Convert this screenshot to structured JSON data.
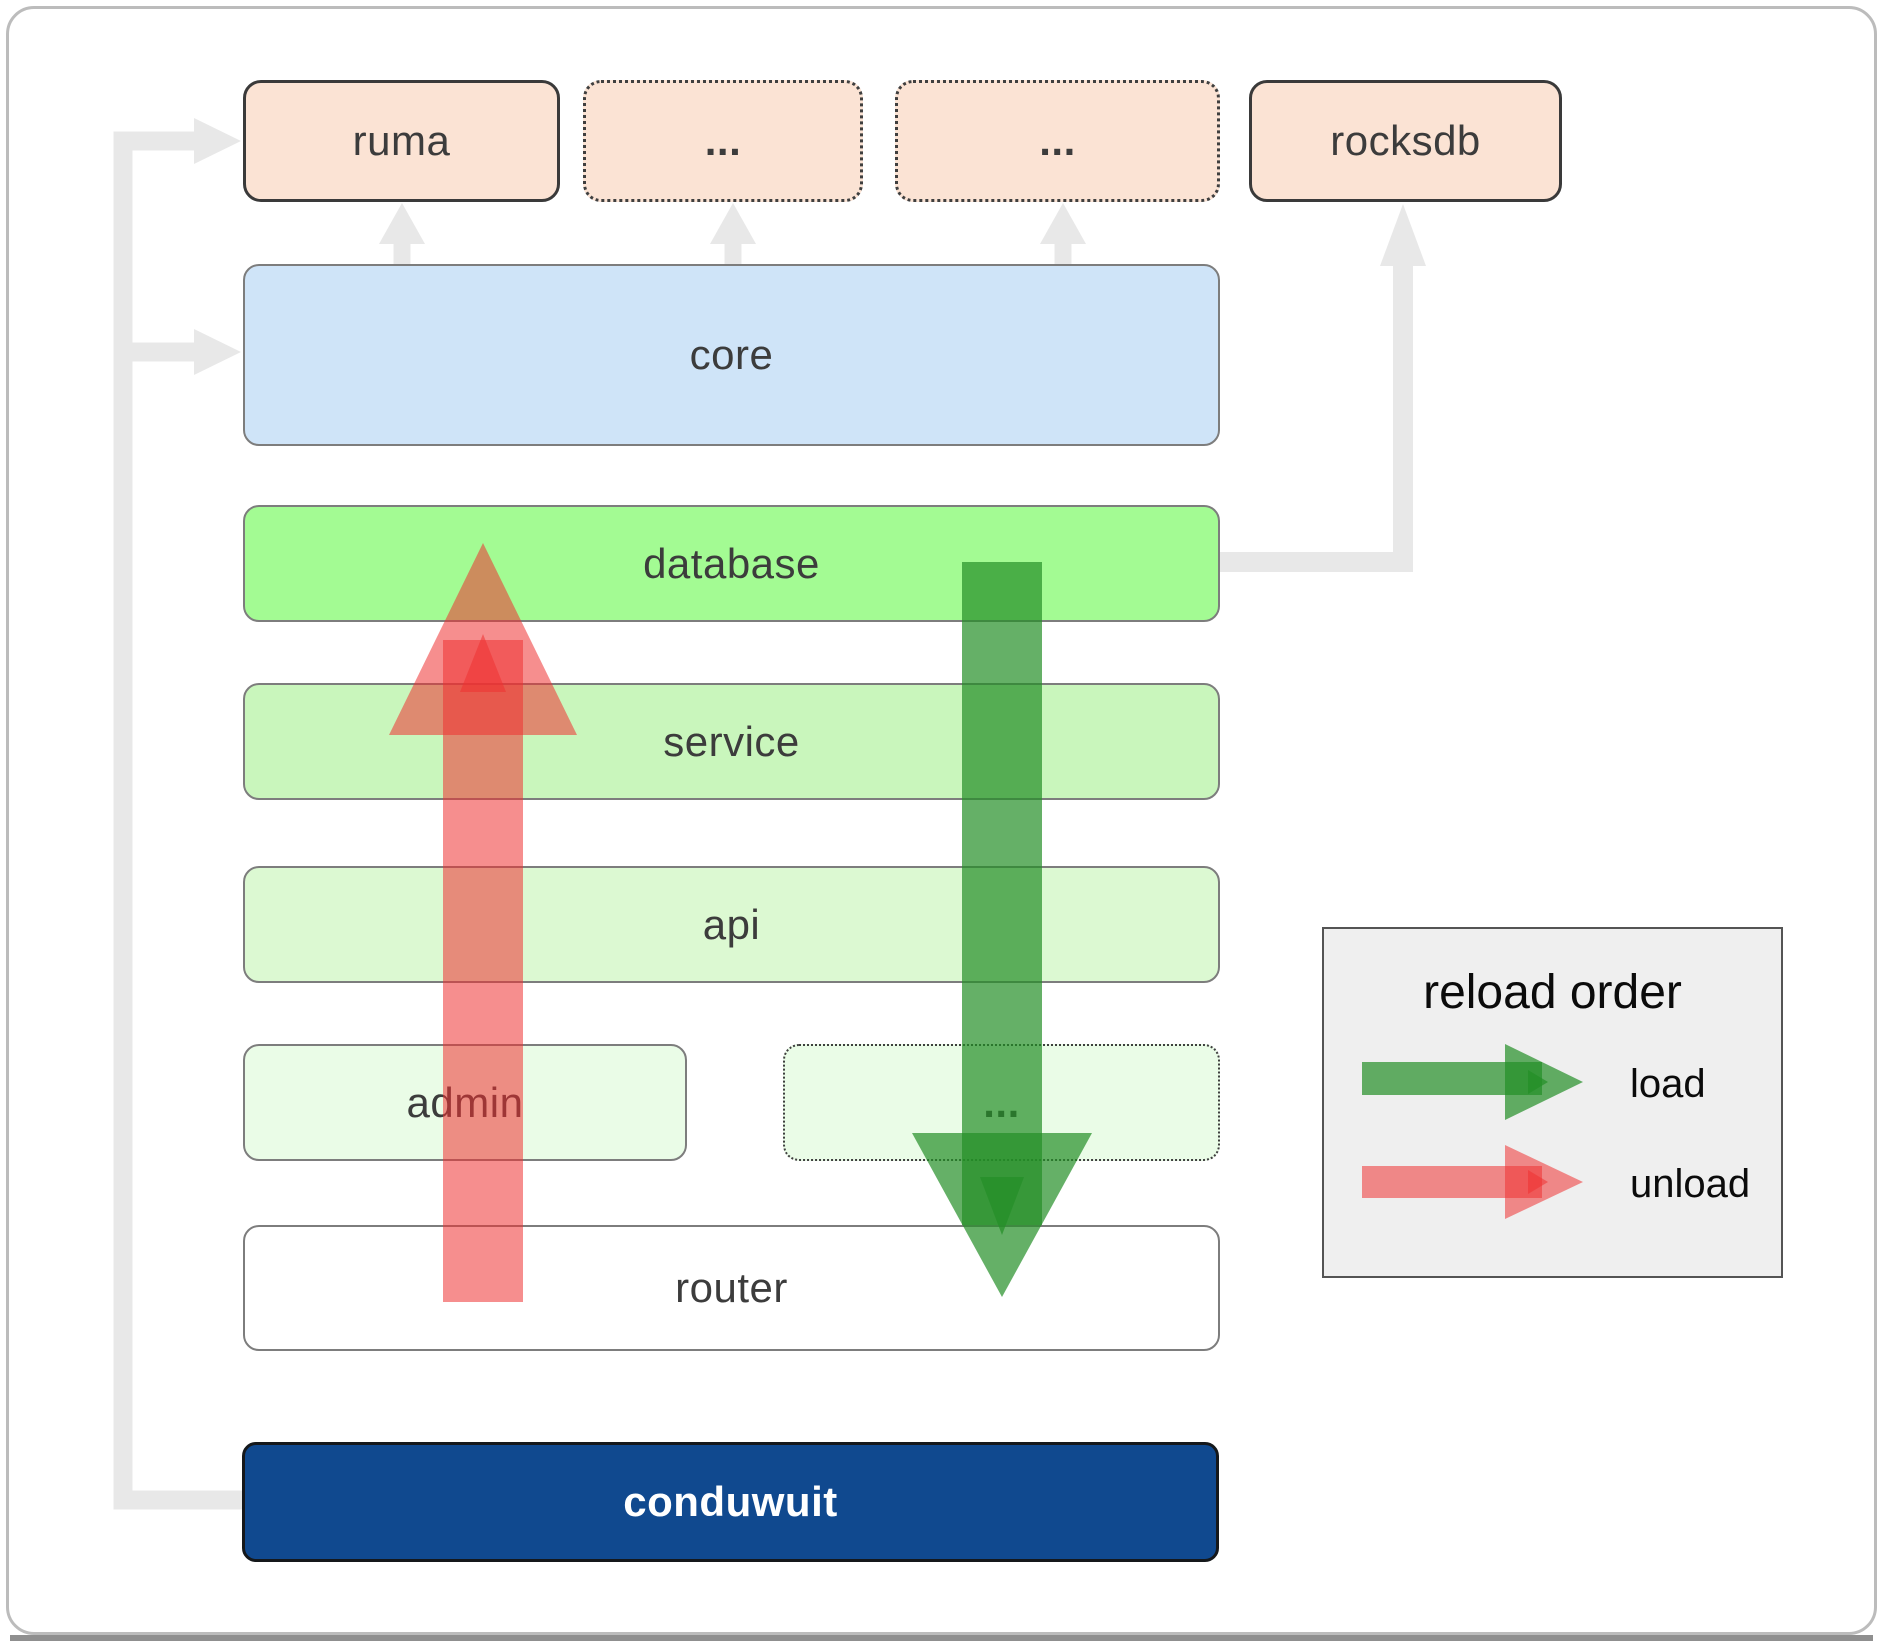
{
  "nodes": {
    "ruma": {
      "label": "ruma"
    },
    "ellipsis1": {
      "label": "..."
    },
    "ellipsis2": {
      "label": "..."
    },
    "rocksdb": {
      "label": "rocksdb"
    },
    "core": {
      "label": "core"
    },
    "database": {
      "label": "database"
    },
    "service": {
      "label": "service"
    },
    "api": {
      "label": "api"
    },
    "admin": {
      "label": "admin"
    },
    "ellipsis3": {
      "label": "..."
    },
    "router": {
      "label": "router"
    },
    "conduwuit": {
      "label": "conduwuit"
    }
  },
  "legend": {
    "title": "reload order",
    "items": [
      {
        "label": "load",
        "color": "#248f27"
      },
      {
        "label": "unload",
        "color": "#ee3232"
      }
    ]
  },
  "edges": [
    {
      "from": "conduwuit",
      "to": "ruma",
      "style": "gray"
    },
    {
      "from": "conduwuit",
      "to": "core",
      "style": "gray"
    },
    {
      "from": "core",
      "to": "ruma",
      "style": "gray"
    },
    {
      "from": "core",
      "to": "ellipsis1",
      "style": "gray"
    },
    {
      "from": "core",
      "to": "ellipsis2",
      "style": "gray"
    },
    {
      "from": "database",
      "to": "rocksdb",
      "style": "gray"
    },
    {
      "from": "database",
      "to": "router",
      "style": "load"
    },
    {
      "from": "router",
      "to": "database",
      "style": "unload"
    }
  ],
  "colors": {
    "load_green": "#248f27",
    "unload_red": "#ee3232",
    "connector_gray": "#e8e8e8",
    "peach_fill": "#fbe3d4",
    "core_fill": "#cfe4f8",
    "database_fill": "#a3fb93",
    "service_fill": "#c9f6bc",
    "api_fill": "#dcf9d2",
    "admin_fill": "#eafce7",
    "conduwuit_fill": "#10498f",
    "legend_bg": "#efefef"
  }
}
